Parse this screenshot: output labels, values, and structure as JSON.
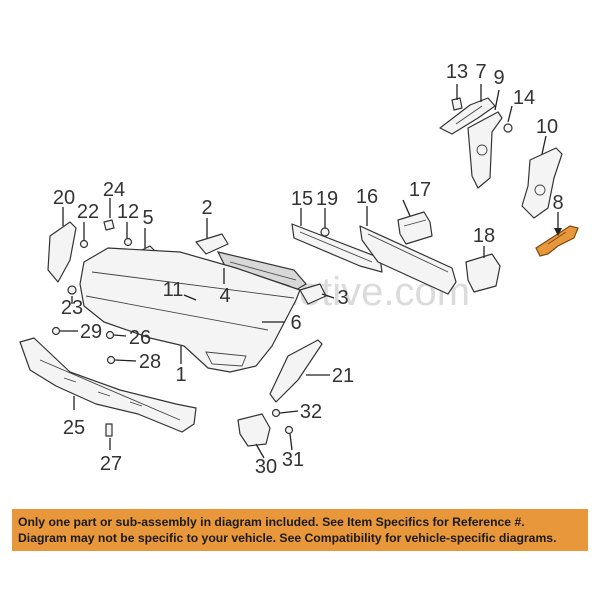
{
  "watermark": "Partsomotive.com",
  "highlight_color": "#e8973a",
  "callouts": [
    {
      "id": "13",
      "label": "13"
    },
    {
      "id": "7",
      "label": "7"
    },
    {
      "id": "9",
      "label": "9"
    },
    {
      "id": "14",
      "label": "14"
    },
    {
      "id": "10",
      "label": "10"
    },
    {
      "id": "8",
      "label": "8"
    },
    {
      "id": "20",
      "label": "20"
    },
    {
      "id": "24",
      "label": "24"
    },
    {
      "id": "22",
      "label": "22"
    },
    {
      "id": "12",
      "label": "12"
    },
    {
      "id": "5",
      "label": "5"
    },
    {
      "id": "2",
      "label": "2"
    },
    {
      "id": "15",
      "label": "15"
    },
    {
      "id": "19",
      "label": "19"
    },
    {
      "id": "16",
      "label": "16"
    },
    {
      "id": "17",
      "label": "17"
    },
    {
      "id": "18",
      "label": "18"
    },
    {
      "id": "11",
      "label": "11"
    },
    {
      "id": "4",
      "label": "4"
    },
    {
      "id": "3",
      "label": "3"
    },
    {
      "id": "23",
      "label": "23"
    },
    {
      "id": "29",
      "label": "29"
    },
    {
      "id": "26",
      "label": "26"
    },
    {
      "id": "6",
      "label": "6"
    },
    {
      "id": "28",
      "label": "28"
    },
    {
      "id": "1",
      "label": "1"
    },
    {
      "id": "21",
      "label": "21"
    },
    {
      "id": "25",
      "label": "25"
    },
    {
      "id": "32",
      "label": "32"
    },
    {
      "id": "27",
      "label": "27"
    },
    {
      "id": "30",
      "label": "30"
    },
    {
      "id": "31",
      "label": "31"
    }
  ],
  "disclaimer": {
    "line1": "Only one part or sub-assembly in diagram included. See Item Specifics for Reference #.",
    "line2": "Diagram may not be specific to your vehicle. See Compatibility for vehicle-specific diagrams."
  }
}
